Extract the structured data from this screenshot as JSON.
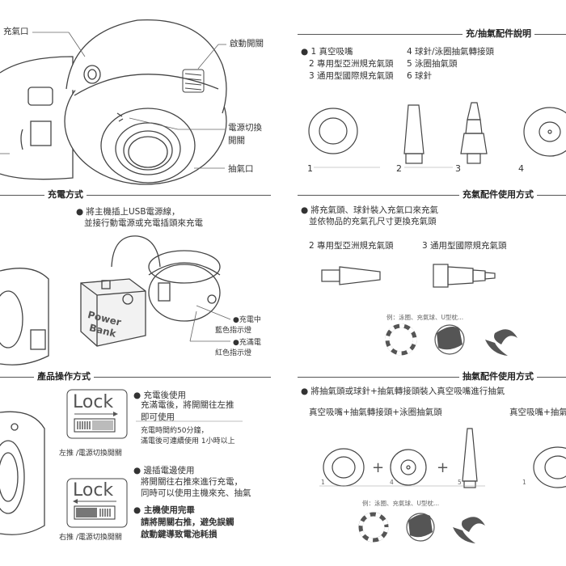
{
  "left": {
    "labels": {
      "charge_port": "充氣口",
      "start_switch": "啟動開關",
      "power_switch_1": "電源切換",
      "power_switch_2": "開關",
      "exhaust_port": "抽氣口"
    },
    "charging": {
      "title": "充電方式",
      "line1": "將主機插上USB電源線，",
      "line2": "並接行動電源或充電插頭來充電",
      "powerbank_1": "Power",
      "powerbank_2": "Bank",
      "charging_dot": "充電中",
      "charging_light": "藍色指示燈",
      "full_dot": "充滿電",
      "full_light": "紅色指示燈"
    },
    "operation": {
      "title": "產品操作方式",
      "lock_text": "Lock",
      "left_push": "左推 /電源切換開關",
      "right_push": "右推 /電源切換開關",
      "charged_title": "充電後使用",
      "charged_l1": "充滿電後，將開關往左推",
      "charged_l2": "即可使用",
      "charged_s1": "充電時間約50分鐘，",
      "charged_s2": "滿電後可連續使用 1小時以上",
      "while_title": "邊插電邊使用",
      "while_l1": "將開關往右推來進行充電，",
      "while_l2": "同時可以使用主機來充、抽氣",
      "done_title": "主機使用完畢",
      "done_l1": "請將開關右推，避免誤觸",
      "done_l2": "啟動鍵導致電池耗損"
    }
  },
  "right": {
    "accessories": {
      "title": "充/抽氣配件說明",
      "items": [
        "1 真空吸嘴",
        "2 專用型亞洲規充氣頭",
        "3 通用型國際規充氣頭",
        "4 球針/泳圈抽氣轉接頭",
        "5 泳圈抽氣頭",
        "6 球針"
      ],
      "nums": [
        "1",
        "2",
        "3",
        "4"
      ]
    },
    "inflate": {
      "title": "充氣配件使用方式",
      "line1": "將充氣頭、球針裝入充氣口來充氣",
      "line2": "並依物品的充氣孔尺寸更換充氣頭",
      "label2": "2 專用型亞洲規充氣頭",
      "label3": "3 通用型國際規充氣頭",
      "example": "例：泳圈、充氣球、U型枕..."
    },
    "deflate": {
      "title": "抽氣配件使用方式",
      "line1": "將抽氣頭或球針+抽氣轉接頭裝入真空吸嘴進行抽氣",
      "combo1": "真空吸嘴+抽氣轉接頭+泳圈抽氣頭",
      "combo2": "真空吸嘴+抽氣",
      "nums": [
        "1",
        "4",
        "5",
        "1"
      ],
      "plus": "+",
      "example": "例：泳圈、充氣球、U型枕..."
    }
  }
}
